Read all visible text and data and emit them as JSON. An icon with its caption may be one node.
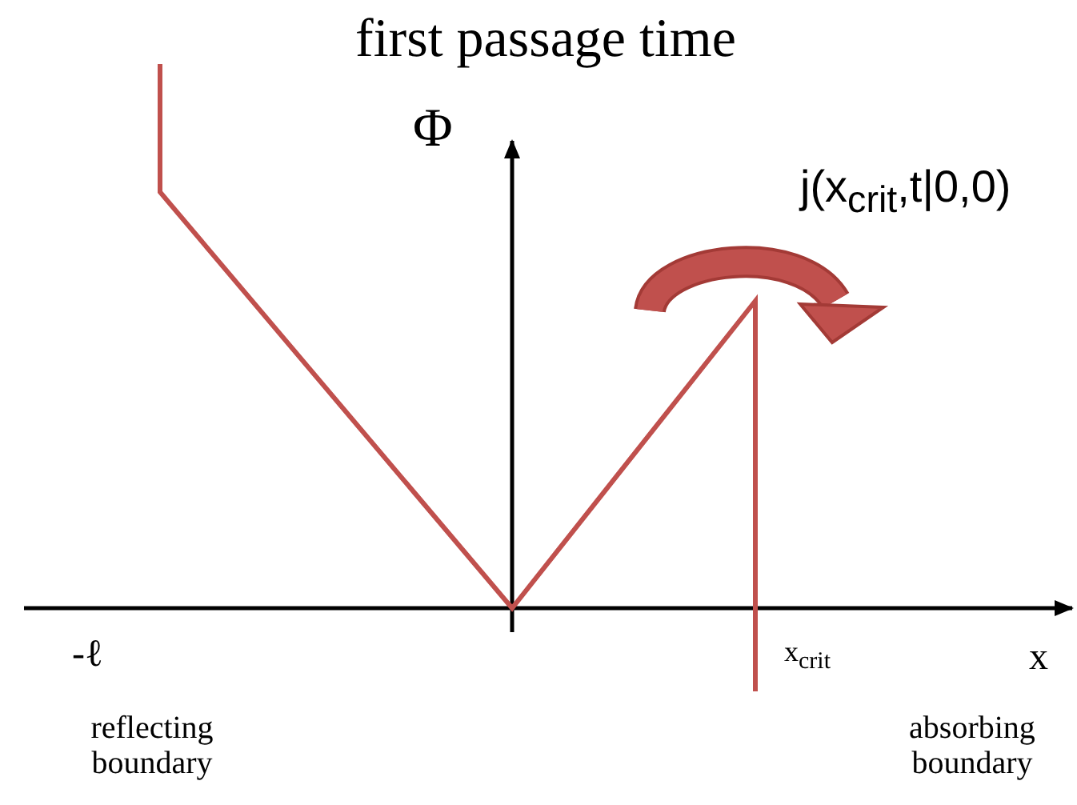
{
  "diagram": {
    "title": "first passage time",
    "labels": [
      "Φ",
      "j(x$_{crit}$,t|0,0)",
      "-ℓ",
      "x$_{crit}$",
      "x",
      "reflecting boundary",
      "absorbing boundary"
    ]
  }
}
